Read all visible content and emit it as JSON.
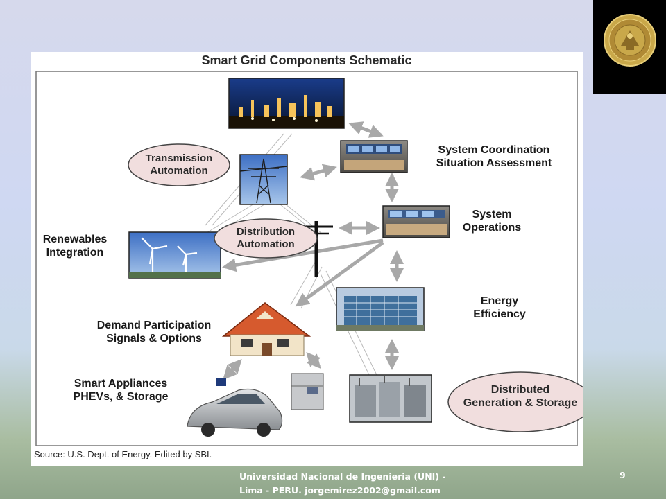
{
  "slide": {
    "title": "Smart Grid Components Schematic",
    "source": "Source: U.S. Dept. of Energy.  Edited by SBI.",
    "footer": "Universidad Nacional de Ingenieria (UNI) -\nLima - PERU. jorgemirez2002@gmail.com",
    "page_number": "9"
  },
  "labels": {
    "transmission_automation": "Transmission\nAutomation",
    "system_coordination": "System Coordination\nSituation Assessment",
    "distribution_automation": "Distribution\nAutomation",
    "system_operations": "System\nOperations",
    "renewables_integration": "Renewables\nIntegration",
    "energy_efficiency": "Energy\nEfficiency",
    "demand_participation": "Demand Participation\nSignals & Options",
    "smart_appliances": "Smart Appliances\nPHEVs, & Storage",
    "distributed_generation": "Distributed\nGeneration & Storage"
  },
  "colors": {
    "oval_fill": "#f1dede",
    "oval_stroke": "#444444",
    "arrow": "#a8a8a8",
    "seal_gold": "#c9a84a"
  }
}
